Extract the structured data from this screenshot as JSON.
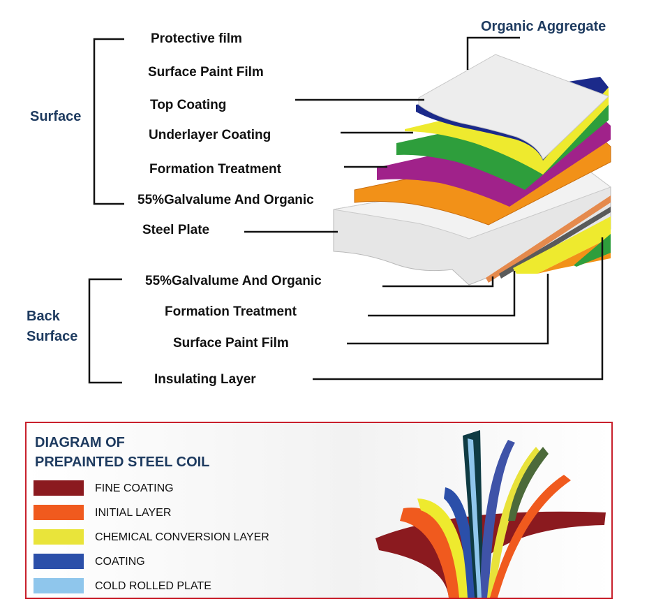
{
  "groups": {
    "surface": "Surface",
    "back_surface_1": "Back",
    "back_surface_2": "Surface",
    "organic_aggregate": "Organic Aggregate"
  },
  "front_layers": [
    {
      "label": "Protective film"
    },
    {
      "label": "Surface Paint Film"
    },
    {
      "label": "Top Coating"
    },
    {
      "label": "Underlayer Coating"
    },
    {
      "label": "Formation Treatment"
    },
    {
      "label": "55%Galvalume And Organic"
    },
    {
      "label": "Steel Plate"
    }
  ],
  "back_layers": [
    {
      "label": "55%Galvalume And Organic"
    },
    {
      "label": "Formation Treatment"
    },
    {
      "label": "Surface Paint Film"
    },
    {
      "label": "Insulating Layer"
    }
  ],
  "legend": {
    "title_line1": "DIAGRAM OF",
    "title_line2": "PREPAINTED STEEL COIL",
    "items": [
      {
        "label": "FINE COATING",
        "color": "#8b1a1f"
      },
      {
        "label": "INITIAL LAYER",
        "color": "#f05a1e"
      },
      {
        "label": "CHEMICAL CONVERSION LAYER",
        "color": "#e9e43a"
      },
      {
        "label": "COATING",
        "color": "#2b4fa9"
      },
      {
        "label": "COLD ROLLED PLATE",
        "color": "#8fc6ec"
      }
    ]
  },
  "colors": {
    "white_film": "#ededed",
    "navy": "#1b2a8a",
    "yellow": "#eeea2e",
    "green": "#2e9e3c",
    "magenta": "#a0228a",
    "orange": "#f29118",
    "steel": "#e4e4e4",
    "panel_border": "#c8202c",
    "group_text": "#1d3a5f"
  }
}
